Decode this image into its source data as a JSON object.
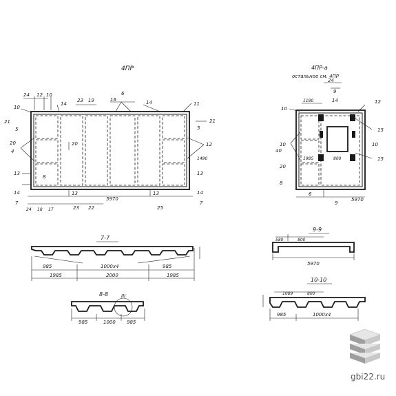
{
  "views": {
    "plan_a": {
      "title": "4ПР"
    },
    "plan_b": {
      "title": "4ПР-а",
      "subtitle": "остальное см. 4ПР"
    },
    "sec77": {
      "title": "7-7"
    },
    "sec88": {
      "title": "8-8",
      "detail": "III"
    },
    "sec99": {
      "title": "9-9"
    },
    "sec1010": {
      "title": "10-10"
    }
  },
  "labels": {
    "a_top_24": "24",
    "a_top_12": "12",
    "a_top_10": "10",
    "a_top_14a": "14",
    "a_top_23": "23",
    "a_top_19": "19",
    "a_top_6": "6",
    "a_top_16": "16",
    "a_top_14b": "14",
    "a_top_11": "11",
    "a_l_10": "10",
    "a_l_21": "21",
    "a_l_5": "5",
    "a_l_20": "20",
    "a_l_4": "4",
    "a_l_13": "13",
    "a_l_14": "14",
    "a_l_7": "7",
    "a_l_8": "8",
    "a_c_20": "20",
    "a_r_5": "5",
    "a_r_21": "21",
    "a_r_12": "12",
    "a_r_1490": "1490",
    "a_r_13": "13",
    "a_r_14": "14",
    "a_r_7": "7",
    "a_b_13a": "13",
    "a_b_13b": "13",
    "a_b_5970": "5970",
    "a_d_24": "24",
    "a_d_18": "18",
    "a_d_17": "17",
    "a_d_23": "23",
    "a_d_22": "22",
    "a_d_25": "25",
    "b_14": "14",
    "b_24": "24",
    "b_9": "9",
    "b_10": "10",
    "b_1180": "1180",
    "b_12": "12",
    "b_15a": "15",
    "b_15b": "15",
    "b_10b": "10",
    "b_10c": "10",
    "b_40": "40",
    "b_20": "20",
    "b_1985": "1985",
    "b_800": "800",
    "b_8": "8",
    "b_6": "6",
    "b_9b": "9",
    "b_5970": "5970",
    "s7_985a": "985",
    "s7_1000x4": "1000x4",
    "s7_985b": "985",
    "s7_1985a": "1985",
    "s7_2000": "2000",
    "s7_1985b": "1985",
    "s8_985a": "985",
    "s8_1000": "1000",
    "s8_985b": "985",
    "s9_580": "580",
    "s9_800": "800",
    "s9_5970": "5970",
    "s10_1089": "1089",
    "s10_800": "800",
    "s10_985": "985",
    "s10_1000x4": "1000x4"
  },
  "watermark": {
    "text": "gbi22.ru"
  }
}
